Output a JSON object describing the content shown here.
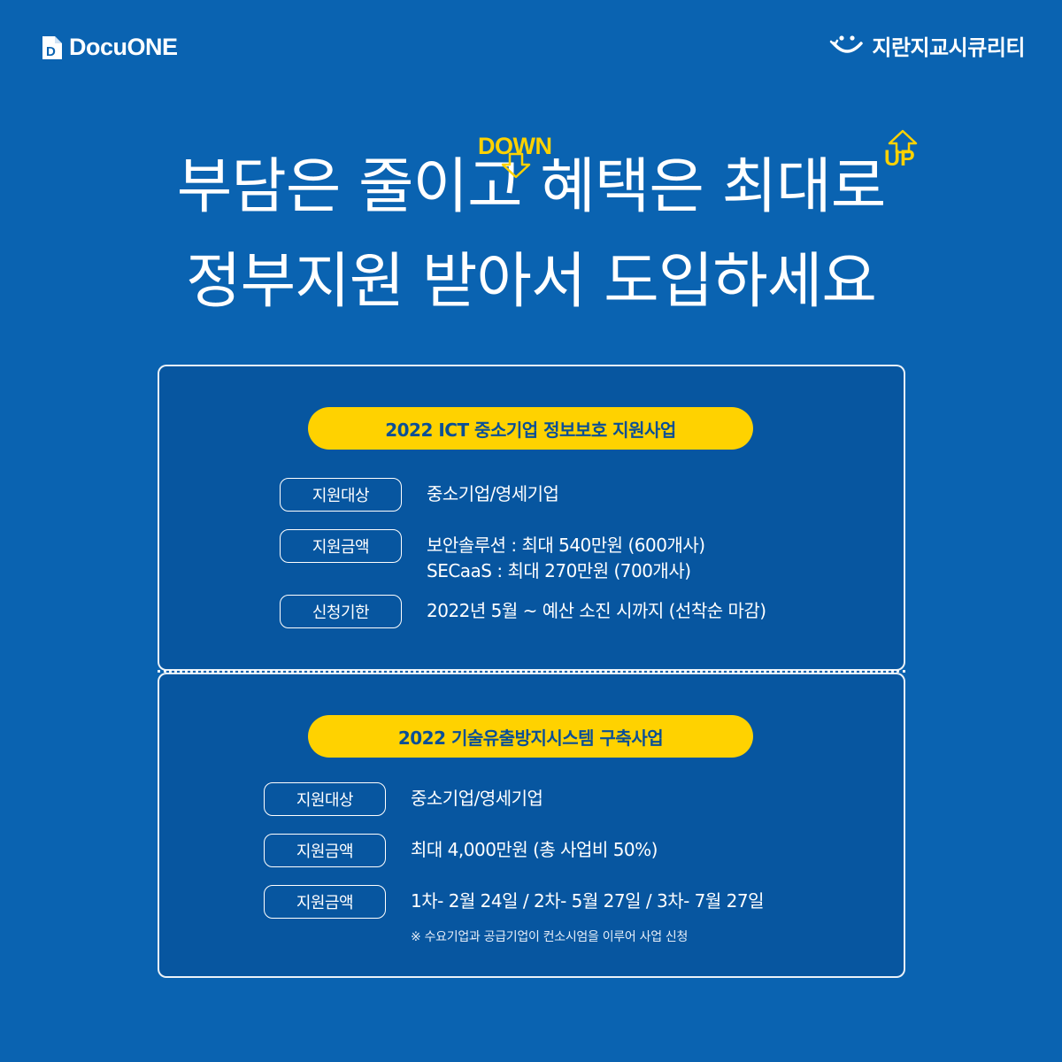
{
  "brand_left": "DocuONE",
  "brand_right": "지란지교시큐리티",
  "headline": {
    "line1": "부담은 줄이고 혜택은 최대로",
    "line2": "정부지원 받아서 도입하세요",
    "down_label": "DOWN",
    "up_label": "UP"
  },
  "program1": {
    "title": "2022 ICT 중소기업 정보보호 지원사업",
    "rows": [
      {
        "label": "지원대상",
        "lines": [
          "중소기업/영세기업"
        ]
      },
      {
        "label": "지원금액",
        "lines": [
          "보안솔루션 : 최대 540만원 (600개사)",
          "SECaaS : 최대 270만원 (700개사)"
        ]
      },
      {
        "label": "신청기한",
        "lines": [
          "2022년 5월 ~ 예산 소진 시까지 (선착순 마감)"
        ]
      }
    ]
  },
  "program2": {
    "title": "2022 기술유출방지시스템 구축사업",
    "rows": [
      {
        "label": "지원대상",
        "lines": [
          "중소기업/영세기업"
        ]
      },
      {
        "label": "지원금액",
        "lines": [
          "최대 4,000만원 (총 사업비 50%)"
        ]
      },
      {
        "label": "지원금액",
        "lines": [
          "1차- 2월 24일 / 2차- 5월 27일 / 3차- 7월 27일"
        ]
      }
    ],
    "note": "※ 수요기업과 공급기업이 컨소시엄을 이루어 사업 신청"
  },
  "colors": {
    "background": "#0a63b1",
    "card": "#0756a0",
    "accent": "#ffd200",
    "pill_text": "#0a4f96"
  },
  "icons": {
    "brand_left_icon": "document-icon",
    "brand_right_icon": "smile-icon",
    "down_icon": "arrow-down-icon",
    "up_icon": "arrow-up-icon"
  }
}
